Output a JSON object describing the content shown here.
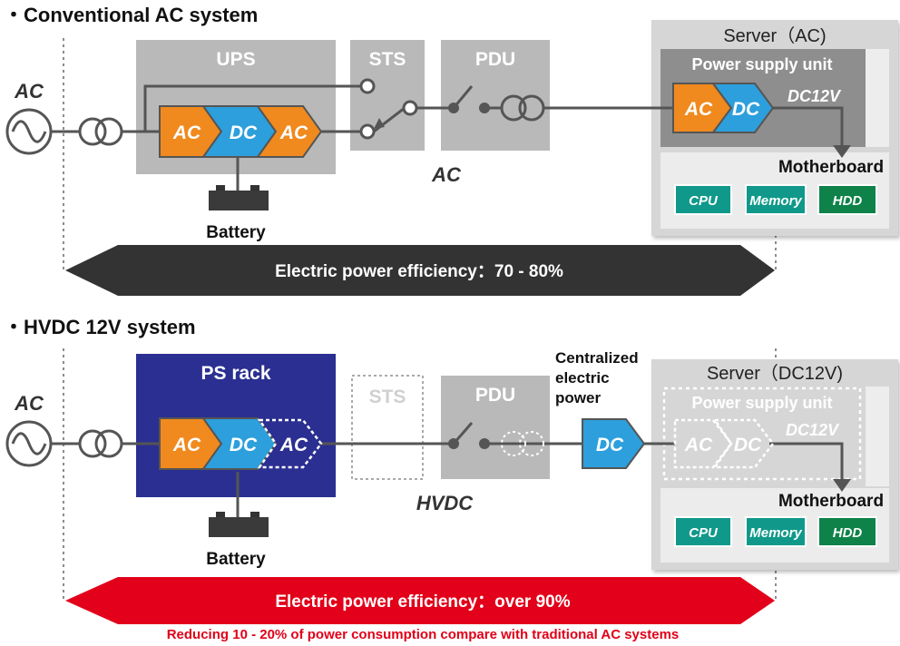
{
  "colors": {
    "box_gray": "#b9b9b9",
    "server_bg": "#d6d6d6",
    "psu_dark": "#8e8e8e",
    "ps_rack": "#2b2f91",
    "ac_orange": "#f08a1e",
    "dc_blue": "#2d9fdc",
    "chip_teal": "#10998a",
    "chip_green": "#0e8248",
    "arrow_dark": "#333333",
    "arrow_red": "#e2001a"
  },
  "icons": [
    "ac-source-icon",
    "transformer-icon",
    "battery-icon",
    "switch-icon",
    "arrow-icon"
  ],
  "conventional": {
    "heading": "・Conventional AC system",
    "ac_label": "AC",
    "ups_label": "UPS",
    "sts_label": "STS",
    "pdu_label": "PDU",
    "converter": [
      "AC",
      "DC",
      "AC"
    ],
    "battery_label": "Battery",
    "line_label": "AC",
    "server_title": "Server（AC)",
    "psu_label": "Power supply unit",
    "psu_converter": [
      "AC",
      "DC"
    ],
    "dc12v_label": "DC12V",
    "motherboard_label": "Motherboard",
    "chips": [
      "CPU",
      "Memory",
      "HDD"
    ],
    "efficiency_label": "Electric power efficiency：70 - 80%"
  },
  "hvdc": {
    "heading": "・HVDC 12V system",
    "ac_label": "AC",
    "ps_rack_label": "PS rack",
    "sts_label": "STS",
    "pdu_label": "PDU",
    "converter": [
      "AC",
      "DC",
      "AC"
    ],
    "battery_label": "Battery",
    "line_label": "HVDC",
    "central_label_lines": [
      "Centralized",
      "electric",
      "power"
    ],
    "central_dc_label": "DC",
    "server_title": "Server（DC12V)",
    "psu_label": "Power supply unit",
    "psu_converter": [
      "AC",
      "DC"
    ],
    "dc12v_label": "DC12V",
    "motherboard_label": "Motherboard",
    "chips": [
      "CPU",
      "Memory",
      "HDD"
    ],
    "efficiency_label": "Electric power efficiency：over 90%",
    "reduction_note": "Reducing 10 - 20% of power consumption compare with traditional AC systems"
  }
}
